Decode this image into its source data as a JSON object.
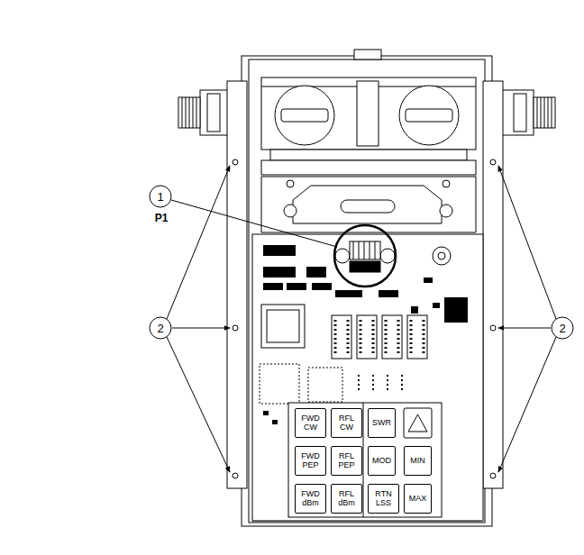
{
  "diagram": {
    "nodes": [
      {
        "text": [
          "FWD CW"
        ]
      },
      {
        "text": [
          "RFL CW"
        ]
      },
      {
        "text": [
          "SWR"
        ]
      },
      {
        "text": [
          "FWD PEP"
        ]
      },
      {
        "text": [
          "RFL PEP"
        ]
      },
      {
        "text": [
          "MOD"
        ]
      },
      {
        "text": [
          "MIN"
        ]
      },
      {
        "text": [
          "FWD dBm"
        ]
      },
      {
        "text": [
          "RFL dBm"
        ]
      },
      {
        "text": [
          "RTN LSS"
        ]
      },
      {
        "text": [
          "MAX"
        ]
      }
    ],
    "labels": [
      "1",
      "P1",
      "2",
      "2"
    ]
  }
}
